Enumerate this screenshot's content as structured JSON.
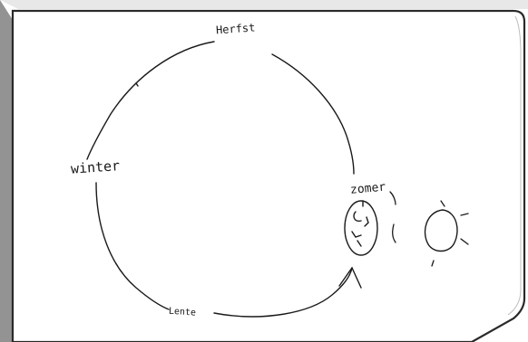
{
  "diagram": {
    "labels": {
      "herfst": "Herfst",
      "winter": "winter",
      "lente": "Lente",
      "zomer": "zomer"
    },
    "colors": {
      "background": "#ffffff",
      "ink": "#1a1a1a",
      "border": "#2a2a2a",
      "bevel": "#4a4a4a"
    }
  }
}
